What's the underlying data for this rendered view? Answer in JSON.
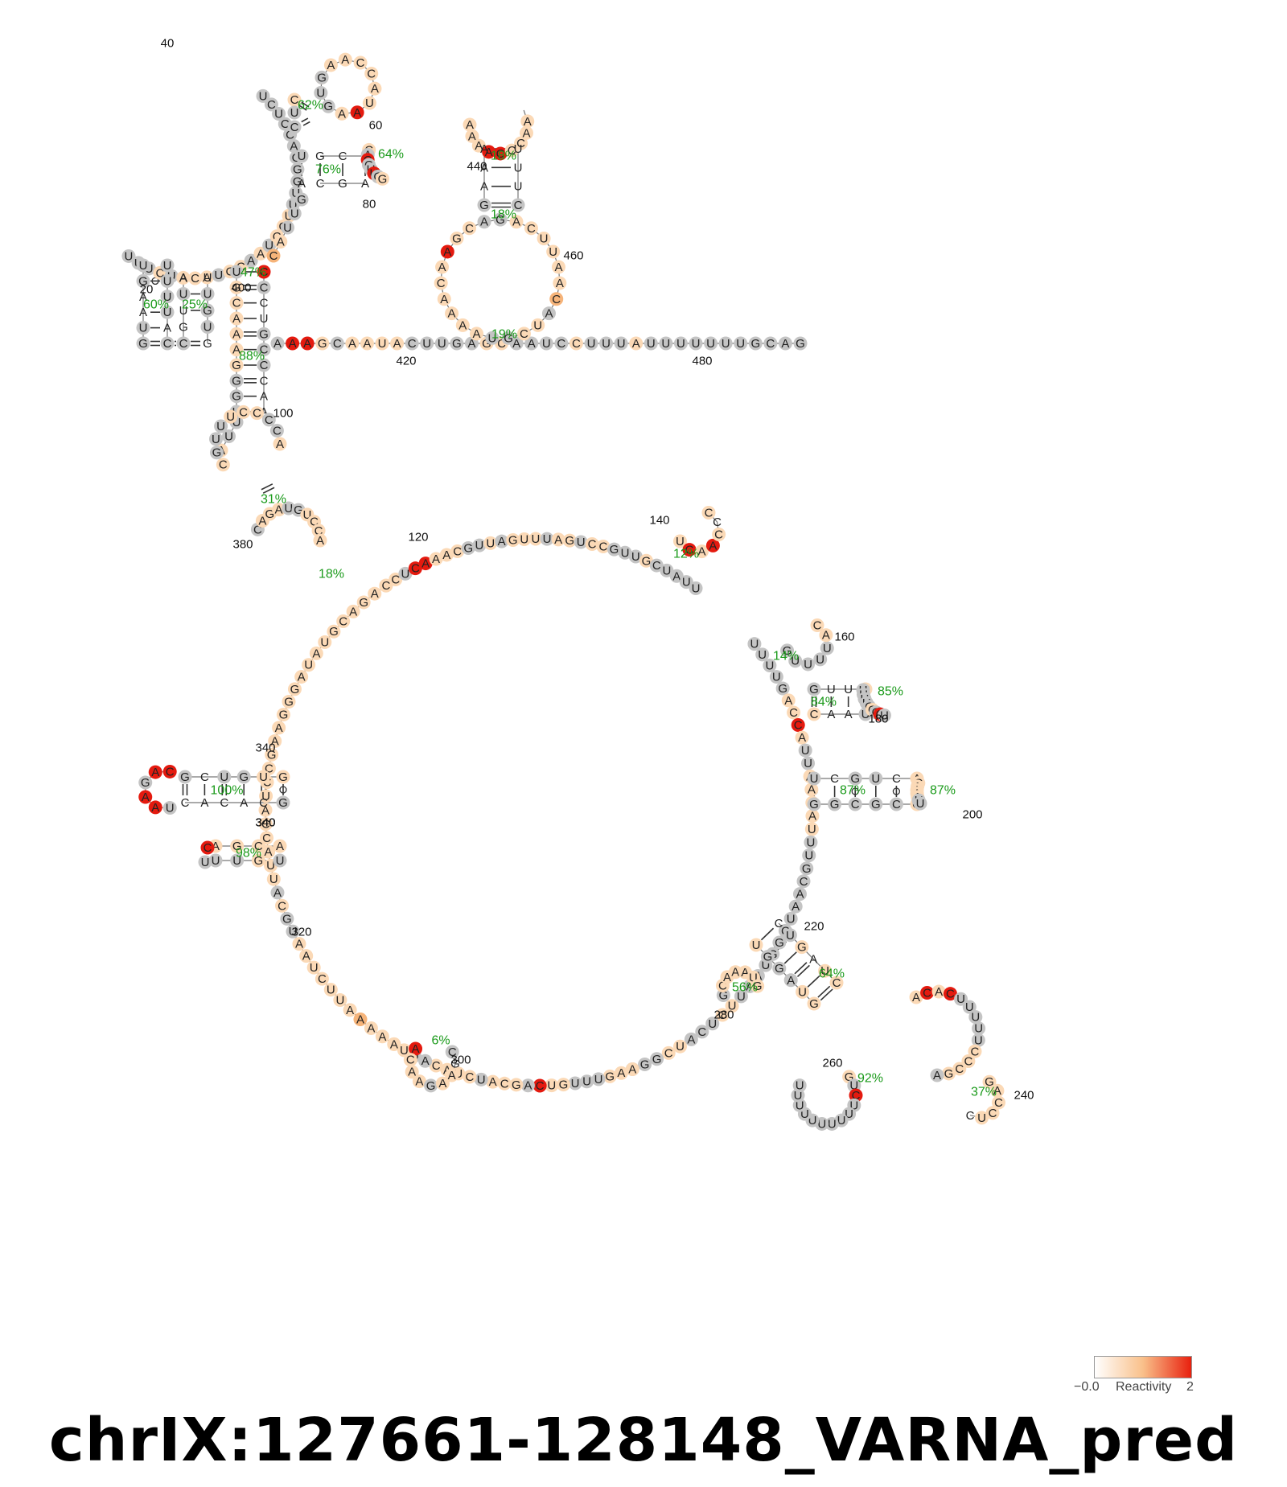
{
  "title": "chrIX:127661-128148_VARNA_pred",
  "legend": {
    "title": "Reactivity",
    "min_label": "−0.0",
    "max_label": "2",
    "color_low": "#ffffff",
    "color_mid": "#f9c08a",
    "color_high": "#e8200e"
  },
  "colors": {
    "unmapped": "#c4c4c4",
    "low": "#fbd9b6",
    "mid": "#f6b47a",
    "high": "#e41a0f",
    "percent_text": "#1a9a1a"
  },
  "position_labels": [
    "20",
    "40",
    "60",
    "80",
    "100",
    "120",
    "140",
    "160",
    "180",
    "200",
    "220",
    "240",
    "260",
    "280",
    "300",
    "320",
    "340",
    "360",
    "380",
    "400",
    "420",
    "440",
    "460",
    "480"
  ],
  "helix_confidences": [
    "60%",
    "25%",
    "62%",
    "76%",
    "64%",
    "47%",
    "88%",
    "31%",
    "18%",
    "12%",
    "14%",
    "84%",
    "85%",
    "87%",
    "87%",
    "64%",
    "92%",
    "37%",
    "56%",
    "6%",
    "98%",
    "100%",
    "18%",
    "18%",
    "19%"
  ],
  "tail_sequence": "AAAGCAAUACUUGAGCAAUCCUUUAUUUUUUUGCAG"
}
